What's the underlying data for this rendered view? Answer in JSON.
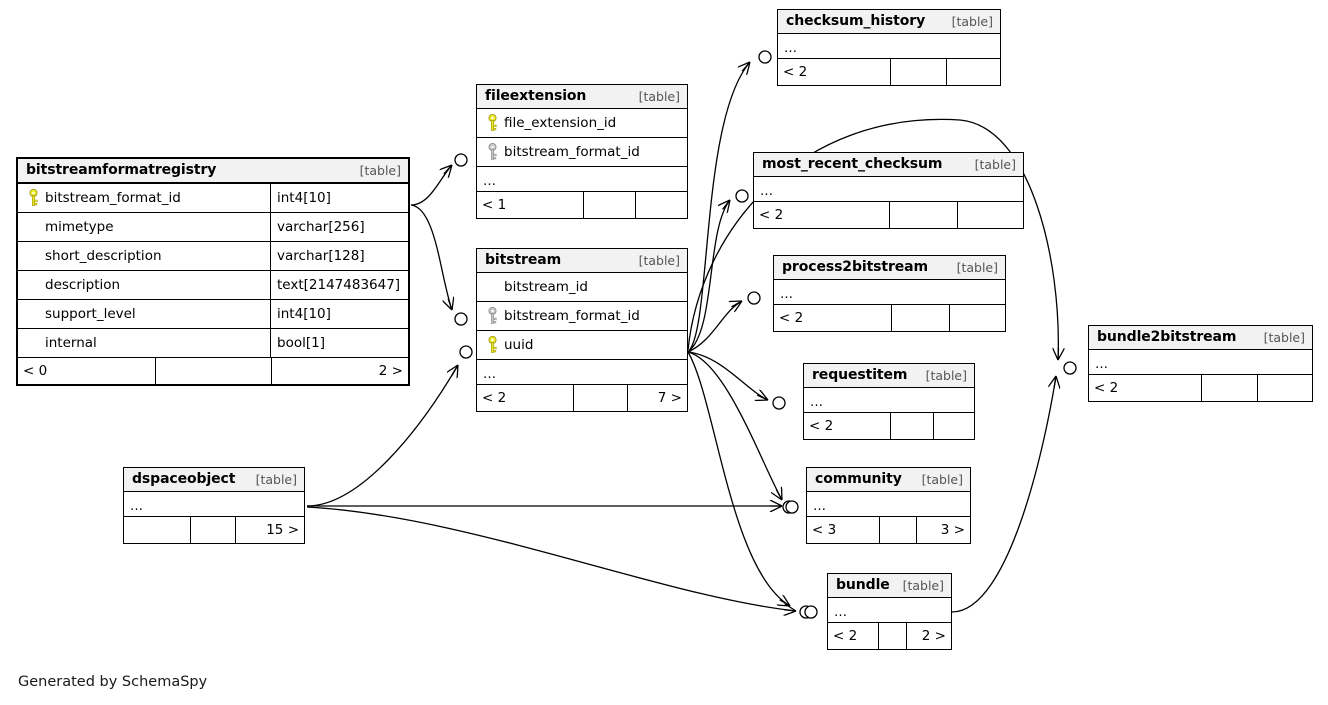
{
  "diagram": {
    "kind": "database-schema-erd",
    "generator_note": "Generated by SchemaSpy",
    "table_tag": "[table]",
    "ellipsis": "…"
  },
  "colors": {
    "background": "#ffffff",
    "border": "#000000",
    "header_fill": "#f2f2f2",
    "tag_text": "#555555",
    "primary_key": "#ede92a",
    "foreign_key": "#bfbfbf",
    "edge": "#000000"
  },
  "tables": [
    {
      "id": "bitstreamformatregistry",
      "name": "bitstreamformatregistry",
      "tag": "[table]",
      "columns": [
        {
          "name": "bitstream_format_id",
          "type": "int4[10]",
          "key": "primary"
        },
        {
          "name": "mimetype",
          "type": "varchar[256]",
          "key": "none"
        },
        {
          "name": "short_description",
          "type": "varchar[128]",
          "key": "none"
        },
        {
          "name": "description",
          "type": "text[2147483647]",
          "key": "none"
        },
        {
          "name": "support_level",
          "type": "int4[10]",
          "key": "none"
        },
        {
          "name": "internal",
          "type": "bool[1]",
          "key": "none"
        }
      ],
      "has_ellipsis_row": false,
      "footer": [
        "< 0",
        "",
        "2 >"
      ]
    },
    {
      "id": "fileextension",
      "name": "fileextension",
      "tag": "[table]",
      "columns": [
        {
          "name": "file_extension_id",
          "type": "",
          "key": "primary"
        },
        {
          "name": "bitstream_format_id",
          "type": "",
          "key": "foreign"
        }
      ],
      "has_ellipsis_row": true,
      "footer": [
        "< 1",
        "",
        ""
      ]
    },
    {
      "id": "bitstream",
      "name": "bitstream",
      "tag": "[table]",
      "columns": [
        {
          "name": "bitstream_id",
          "type": "",
          "key": "none"
        },
        {
          "name": "bitstream_format_id",
          "type": "",
          "key": "foreign"
        },
        {
          "name": "uuid",
          "type": "",
          "key": "primary"
        }
      ],
      "has_ellipsis_row": true,
      "footer": [
        "< 2",
        "",
        "7 >"
      ]
    },
    {
      "id": "checksum_history",
      "name": "checksum_history",
      "tag": "[table]",
      "columns": [],
      "has_ellipsis_row": true,
      "footer": [
        "< 2",
        "",
        ""
      ]
    },
    {
      "id": "most_recent_checksum",
      "name": "most_recent_checksum",
      "tag": "[table]",
      "columns": [],
      "has_ellipsis_row": true,
      "footer": [
        "< 2",
        "",
        ""
      ]
    },
    {
      "id": "process2bitstream",
      "name": "process2bitstream",
      "tag": "[table]",
      "columns": [],
      "has_ellipsis_row": true,
      "footer": [
        "< 2",
        "",
        ""
      ]
    },
    {
      "id": "requestitem",
      "name": "requestitem",
      "tag": "[table]",
      "columns": [],
      "has_ellipsis_row": true,
      "footer": [
        "< 2",
        "",
        ""
      ]
    },
    {
      "id": "community",
      "name": "community",
      "tag": "[table]",
      "columns": [],
      "has_ellipsis_row": true,
      "footer": [
        "< 3",
        "",
        "3 >"
      ]
    },
    {
      "id": "bundle",
      "name": "bundle",
      "tag": "[table]",
      "columns": [],
      "has_ellipsis_row": true,
      "footer": [
        "< 2",
        "",
        "2 >"
      ]
    },
    {
      "id": "bundle2bitstream",
      "name": "bundle2bitstream",
      "tag": "[table]",
      "columns": [],
      "has_ellipsis_row": true,
      "footer": [
        "< 2",
        "",
        ""
      ]
    },
    {
      "id": "dspaceobject",
      "name": "dspaceobject",
      "tag": "[table]",
      "columns": [],
      "has_ellipsis_row": true,
      "footer": [
        "",
        "",
        "15 >"
      ]
    }
  ],
  "relationships": [
    {
      "from": "bitstreamformatregistry",
      "to": "fileextension"
    },
    {
      "from": "bitstreamformatregistry",
      "to": "bitstream"
    },
    {
      "from": "bitstream",
      "to": "checksum_history"
    },
    {
      "from": "bitstream",
      "to": "most_recent_checksum"
    },
    {
      "from": "bitstream",
      "to": "process2bitstream"
    },
    {
      "from": "bitstream",
      "to": "requestitem"
    },
    {
      "from": "bitstream",
      "to": "community"
    },
    {
      "from": "bitstream",
      "to": "bundle"
    },
    {
      "from": "bitstream",
      "to": "bundle2bitstream"
    },
    {
      "from": "dspaceobject",
      "to": "bitstream"
    },
    {
      "from": "dspaceobject",
      "to": "community"
    },
    {
      "from": "dspaceobject",
      "to": "bundle"
    },
    {
      "from": "bundle",
      "to": "bundle2bitstream"
    }
  ]
}
